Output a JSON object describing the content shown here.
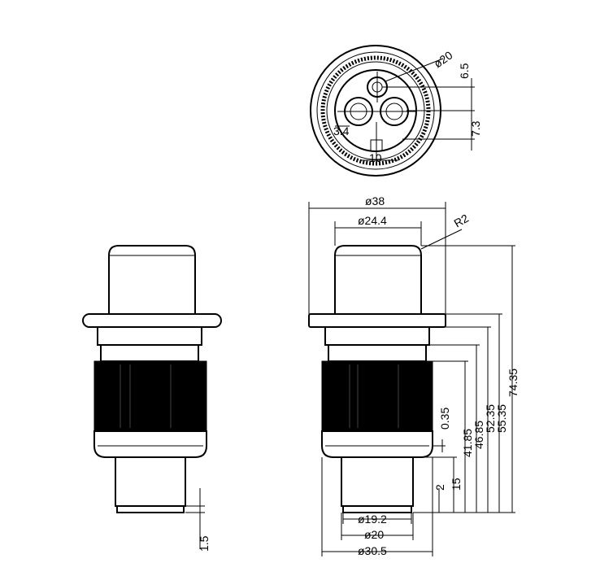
{
  "drawing": {
    "top_view": {
      "dims": {
        "d20": "ø20",
        "d6_5": "6.5",
        "d7_3": "7.3",
        "d3_4": "3.4",
        "d10": "10"
      }
    },
    "front_view": {
      "dims": {
        "d1_5": "1.5"
      }
    },
    "side_view": {
      "dims": {
        "d38": "ø38",
        "d24_4": "ø24.4",
        "r2": "R2",
        "d74_35": "74.35",
        "d55_35": "55.35",
        "d52_35": "52.35",
        "d46_85": "46.85",
        "d41_85": "41.85",
        "d0_35": "0.35",
        "d15": "15",
        "d2": "2",
        "d19_2": "ø19.2",
        "d20": "ø20",
        "d30_5": "ø30.5"
      }
    }
  }
}
